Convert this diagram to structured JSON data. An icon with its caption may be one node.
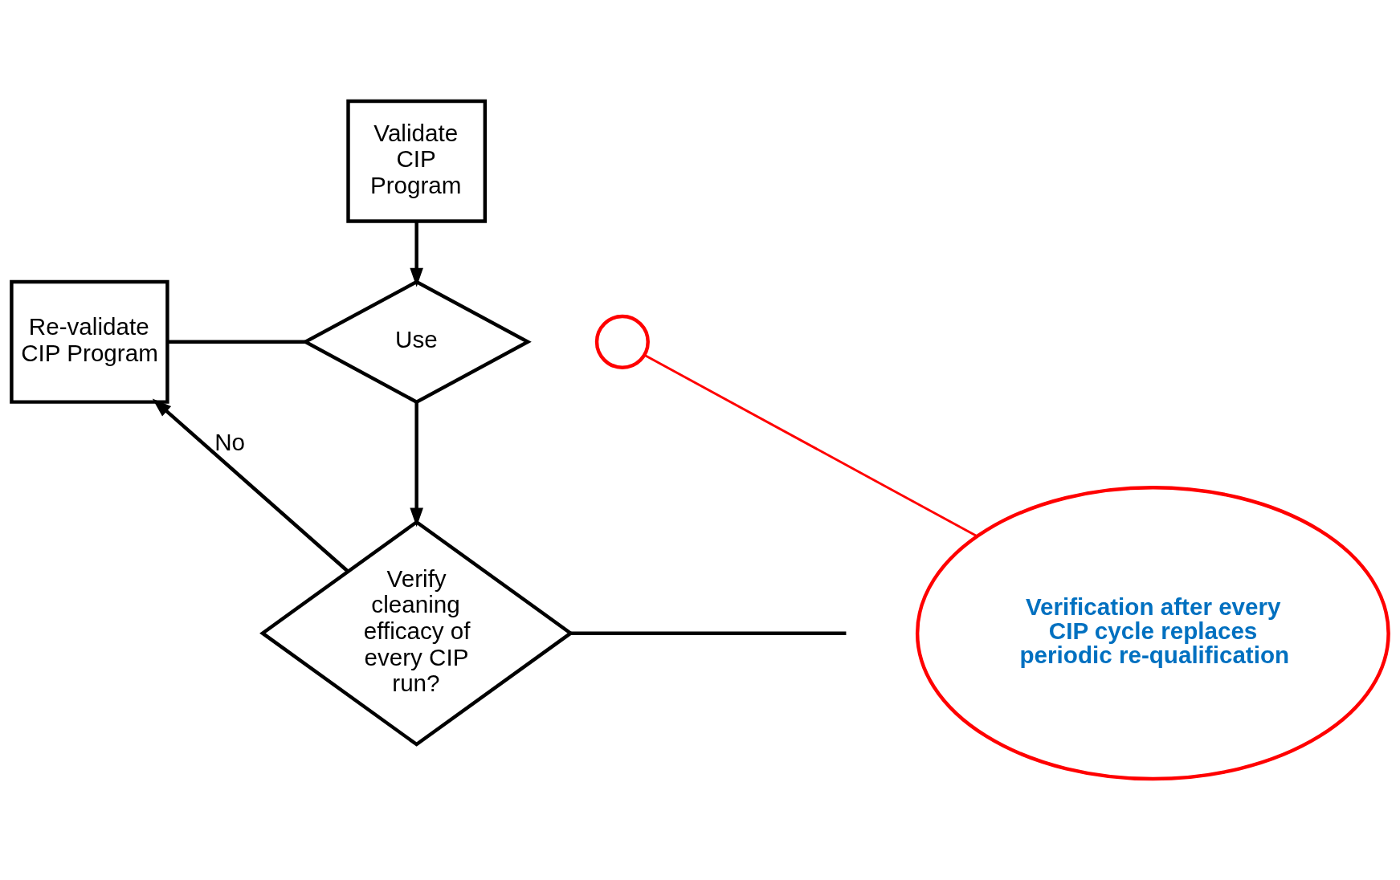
{
  "diagram": {
    "nodes": [
      {
        "text": [
          "Validate CIP Program"
        ]
      },
      {
        "text": [
          "Re-validate CIP Program"
        ]
      },
      {
        "text": [
          "Use"
        ]
      },
      {
        "text": [
          "Verify cleaning efficacy of every CIP run?"
        ]
      },
      {
        "text": [
          "Verification after every CIP cycle replaces periodic re-qualification"
        ]
      },
      {
        "text": [],
        "shape": "circle"
      }
    ],
    "edges": [
      {
        "from": 0,
        "to": 2,
        "arrow": "to"
      },
      {
        "from": 1,
        "to": 2,
        "arrow": "none"
      },
      {
        "from": 2,
        "to": 3,
        "arrow": "to"
      },
      {
        "from": 3,
        "to": 1,
        "arrow": "to",
        "label": "No"
      },
      {
        "from": 3,
        "to": null,
        "arrow": "none"
      },
      {
        "from": 4,
        "to": 5,
        "arrow": "none",
        "color": "#ff0000"
      }
    ]
  }
}
